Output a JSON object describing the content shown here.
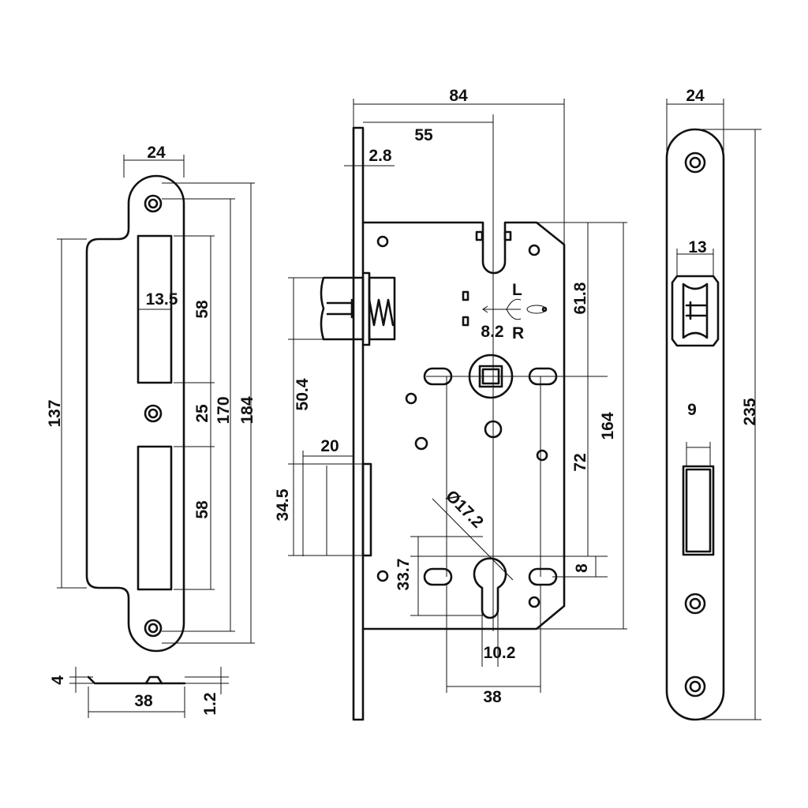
{
  "strike_plate": {
    "width": "24",
    "slot_width": "13.5",
    "upper_slot_height": "58",
    "middle_gap": "25",
    "lower_slot_height": "58",
    "inner_length": "170",
    "overall_length": "184",
    "body_length": "137",
    "profile_height": "4",
    "profile_width": "38",
    "thickness": "1.2"
  },
  "lock_body": {
    "total_depth": "84",
    "backset": "55",
    "faceplate_thickness": "2.8",
    "latch_height": "50.4",
    "bolt_projection": "20",
    "bolt_height": "34.5",
    "top_to_spindle": "61.8",
    "body_height": "164",
    "handle_to_cylinder": "72",
    "spindle_square": "8.2",
    "hand_left": "L",
    "hand_right": "R",
    "cylinder_diameter": "Ø17.2",
    "cylinder_height": "33.7",
    "cylinder_offset": "8",
    "cylinder_width": "10.2",
    "fixing_centres": "38"
  },
  "faceplate": {
    "width": "24",
    "latch_opening": "13",
    "bolt_opening": "9",
    "length": "235"
  }
}
